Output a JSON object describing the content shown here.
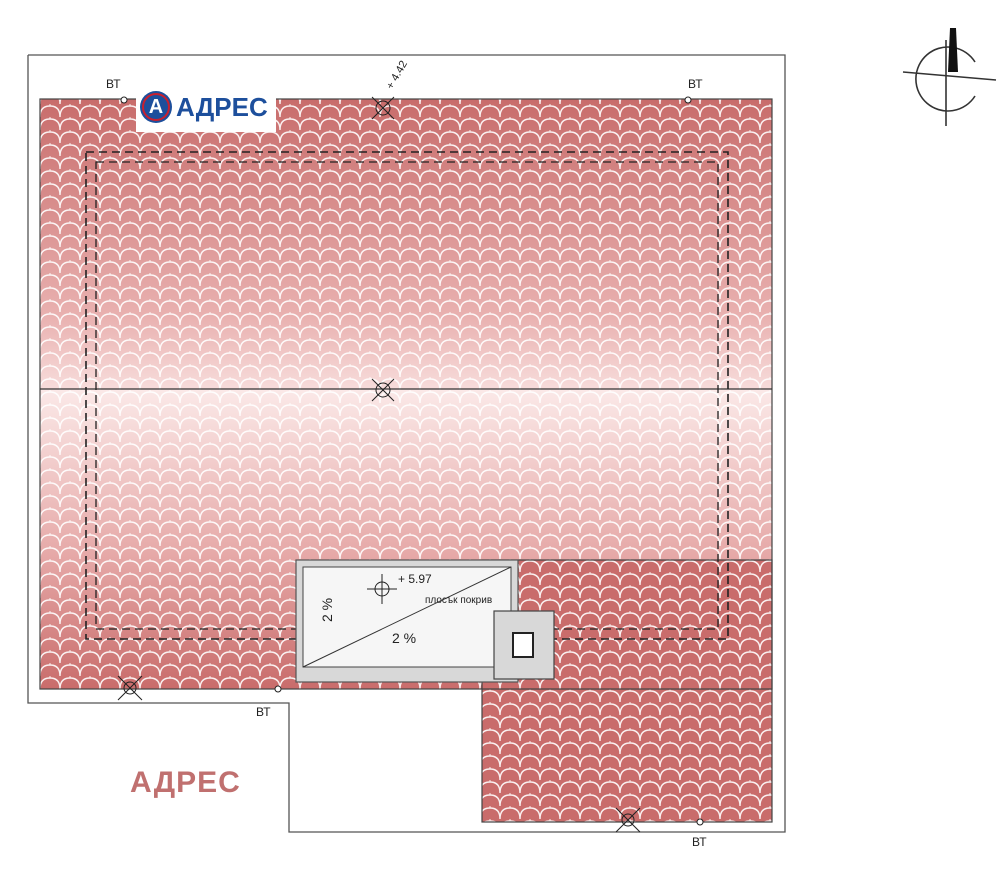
{
  "brand": {
    "logo_letter": "A",
    "logo_text": "АДРЕС",
    "bottom_text": "АДРЕС",
    "logo_color": "#1d4f9c",
    "accent_color": "#c8202f",
    "bottom_color": "#c0706f"
  },
  "roof": {
    "tile_color": "#c9716f",
    "drain_label": "ВТ",
    "ridge_level": "+ 4.42",
    "top_level": "+ 5.97",
    "flat_roof_label": "плосък покрив",
    "slope_flat": "2 %",
    "slope_flat_2": "2 %"
  }
}
